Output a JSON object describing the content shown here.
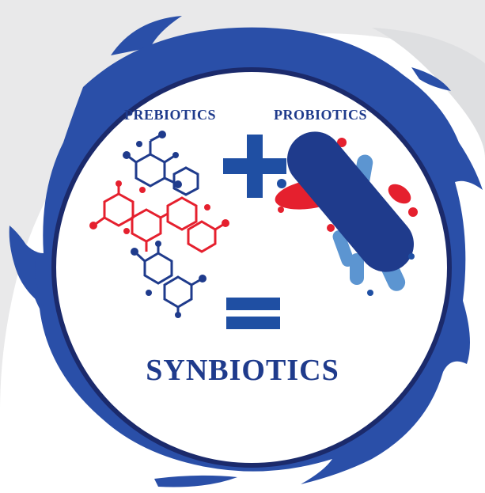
{
  "labels": {
    "prebiotics": "PREBIOTICS",
    "probiotics": "PROBIOTICS",
    "synbiotics": "SYNBIOTICS"
  },
  "symbols": {
    "plus": "plus-sign",
    "equals": "equals-sign"
  },
  "icons": {
    "prebiotics": "molecule-icon",
    "probiotics": "bacteria-icon"
  },
  "colors": {
    "navy": "#1f3b8c",
    "brand_blue": "#2a4fa8",
    "red": "#e5202e",
    "light_blue": "#5c95d1",
    "background_gray": "#e9e9ea",
    "circle_border": "#1b2a6b"
  }
}
